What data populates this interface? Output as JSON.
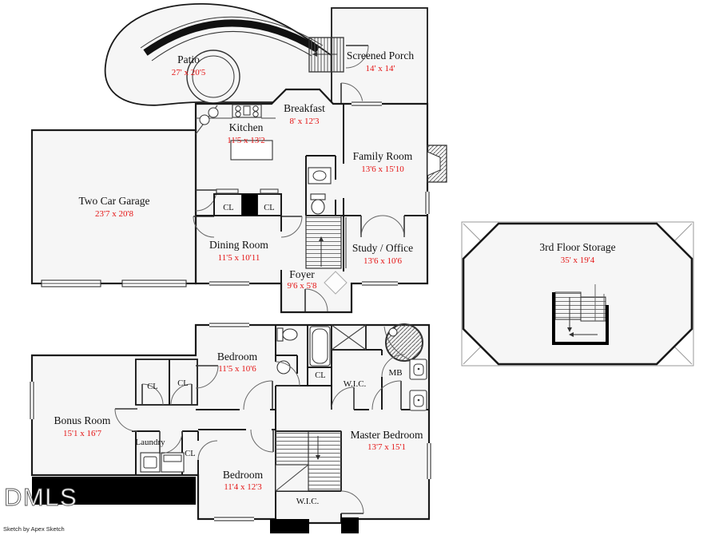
{
  "meta": {
    "logo": "DMLS",
    "credit": "Sketch by Apex Sketch",
    "dim_color": "#e41414",
    "wall_color": "#1a1a1a",
    "floor_fill": "#f6f6f6"
  },
  "floor1": {
    "patio": {
      "name": "Patio",
      "dims": "27' x 20'5"
    },
    "screened_porch": {
      "name": "Screened Porch",
      "dims": "14' x 14'"
    },
    "breakfast": {
      "name": "Breakfast",
      "dims": "8' x 12'3"
    },
    "kitchen": {
      "name": "Kitchen",
      "dims": "11'5 x 13'2"
    },
    "family_room": {
      "name": "Family Room",
      "dims": "13'6 x 15'10"
    },
    "garage": {
      "name": "Two Car Garage",
      "dims": "23'7 x 20'8"
    },
    "dining_room": {
      "name": "Dining Room",
      "dims": "11'5 x 10'11"
    },
    "study": {
      "name": "Study / Office",
      "dims": "13'6 x 10'6"
    },
    "foyer": {
      "name": "Foyer",
      "dims": "9'6 x 5'8"
    },
    "closets": [
      "CL",
      "CL"
    ]
  },
  "storage": {
    "name": "3rd Floor Storage",
    "dims": "35' x 19'4"
  },
  "floor2": {
    "bedroom_upper": {
      "name": "Bedroom",
      "dims": "11'5 x 10'6"
    },
    "bonus_room": {
      "name": "Bonus Room",
      "dims": "15'1 x 16'7"
    },
    "master_bedroom": {
      "name": "Master Bedroom",
      "dims": "13'7 x 15'1"
    },
    "bedroom_lower": {
      "name": "Bedroom",
      "dims": "11'4 x 12'3"
    },
    "laundry": "Laundry",
    "wic_upper": "W.I.C.",
    "wic_lower": "W.I.C.",
    "mb": "MB",
    "cl_bath": "CL",
    "cl_hall_1": "CL",
    "cl_hall_2": "CL",
    "cl_laundry": "CL"
  }
}
